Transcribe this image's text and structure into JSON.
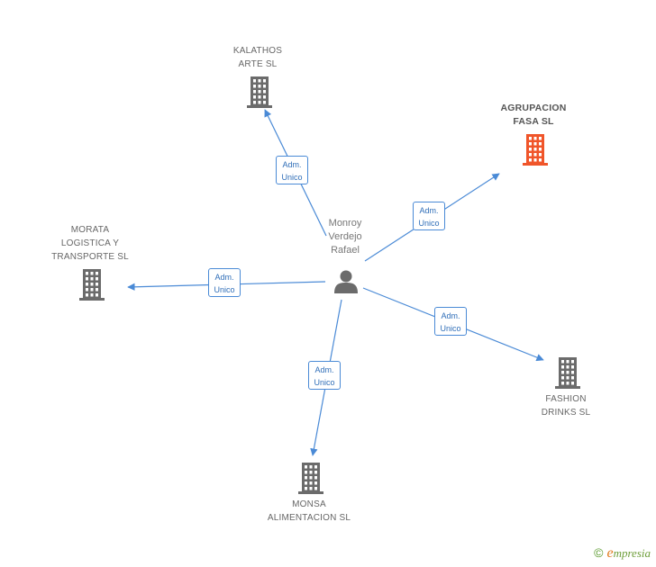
{
  "center": {
    "name_lines": [
      "Monroy",
      "Verdejo",
      "Rafael"
    ]
  },
  "companies": [
    {
      "id": "kalathos",
      "lines": [
        "KALATHOS",
        "ARTE SL"
      ],
      "main": false
    },
    {
      "id": "agrupacion",
      "lines": [
        "AGRUPACION",
        "FASA SL"
      ],
      "main": true
    },
    {
      "id": "morata",
      "lines": [
        "MORATA",
        "LOGISTICA Y",
        "TRANSPORTE SL"
      ],
      "main": false
    },
    {
      "id": "fashion",
      "lines": [
        "FASHION",
        "DRINKS SL"
      ],
      "main": false
    },
    {
      "id": "monsa",
      "lines": [
        "MONSA",
        "ALIMENTACION SL"
      ],
      "main": false
    }
  ],
  "edges": [
    {
      "to": "kalathos",
      "role": [
        "Adm.",
        "Unico"
      ]
    },
    {
      "to": "agrupacion",
      "role": [
        "Adm.",
        "Unico"
      ]
    },
    {
      "to": "morata",
      "role": [
        "Adm.",
        "Unico"
      ]
    },
    {
      "to": "fashion",
      "role": [
        "Adm.",
        "Unico"
      ]
    },
    {
      "to": "monsa",
      "role": [
        "Adm.",
        "Unico"
      ]
    }
  ],
  "colors": {
    "edge": "#4a8ad6",
    "building": "#6b6b6b",
    "building_main": "#f0552a",
    "person": "#6b6b6b"
  },
  "watermark": {
    "copyright": "©",
    "brand_initial": "e",
    "brand_rest": "mpresia"
  }
}
